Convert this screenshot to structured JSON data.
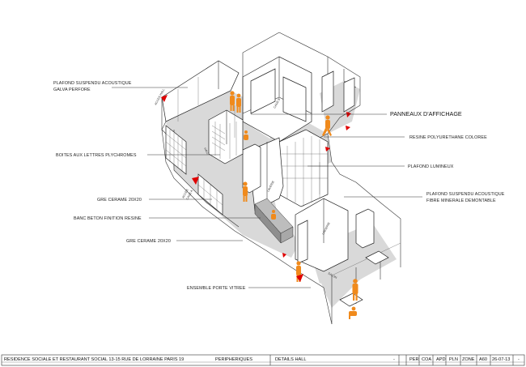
{
  "callouts": {
    "plafond_acoustique_line1": "PLAFOND SUSPENDU ACOUSTIQUE",
    "plafond_acoustique_line2": "GALVA PERFORE",
    "boites_lettres": "BOITES AUX LETTRES PLYCHROMES",
    "gre_cerame_1": "GRE CERAME 20X20",
    "banc_beton": "BANC BETON FINITION RESINE",
    "gre_cerame_2": "GRE CERAME 20X20",
    "ensemble_porte": "ENSEMBLE PORTE VITREE",
    "panneaux": "PANNEAUX D'AFFICHAGE",
    "resine": "RESINE POLYURETHANE COLOREE",
    "plafond_lumineux": "PLAFOND LUMINEUX",
    "plafond_fibre_line1": "PLAFOND SUSPENDU ACOUSTIQUE",
    "plafond_fibre_line2": "FIBRE MINERALE DEMONTABLE"
  },
  "rooms": {
    "acces_hall": "ACCES HALL",
    "cage_b": "CAGE B",
    "acces_cage_a_line1": "ACCES",
    "acces_cage_a_line2": "CAGE A",
    "hall": "HALL",
    "laverie": "LAVERIE",
    "lingerie": "LINGERIE",
    "salon": "SALON"
  },
  "title_block": {
    "project": "RESIDENCE SOCIALE ET RESTAURANT SOCIAL 13-15 RUE DE LORRAINE PARIS 19",
    "section": "PERIPHERIQUES",
    "sheet": "DETAILS HALL",
    "sheet_dash": "-",
    "codes": [
      "PER",
      "COA",
      "APD",
      "PLN",
      "ZONE",
      "A60",
      "26-07-13",
      "-"
    ],
    "colors": {
      "frame": "#333333",
      "figure": "#f08a1c",
      "arrow": "#e00000",
      "floor": "#d9d9d9"
    }
  }
}
